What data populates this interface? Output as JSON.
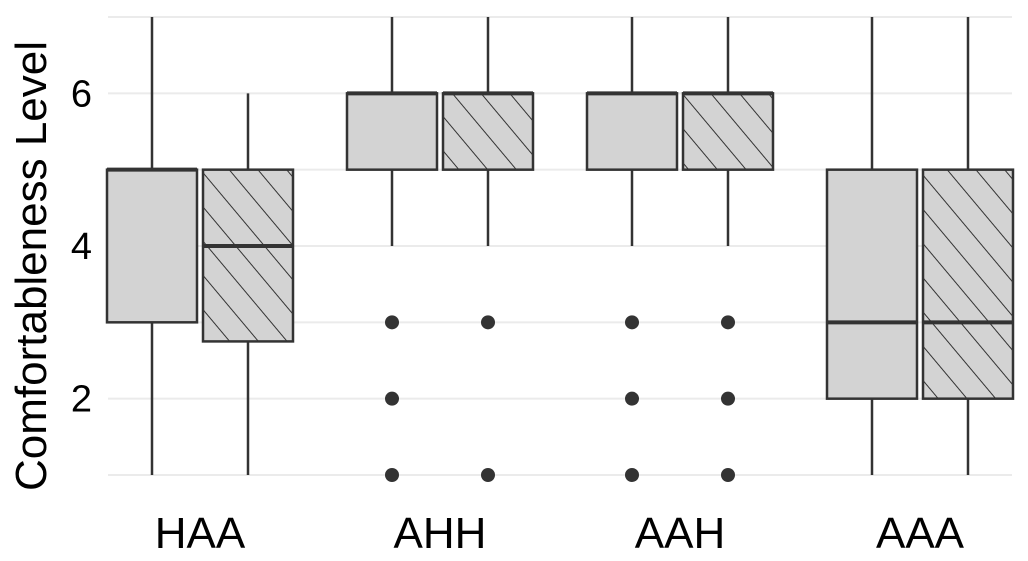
{
  "chart_data": {
    "type": "boxplot",
    "ylabel": "Comfortableness Level",
    "xlabel": "",
    "ylim": [
      1,
      7
    ],
    "yticks": [
      2,
      4,
      6
    ],
    "grid": true,
    "categories": [
      "HAA",
      "AHH",
      "AAH",
      "AAA"
    ],
    "series": [
      {
        "fill": "solid",
        "color": "#d3d3d3",
        "boxes": [
          {
            "min": 1,
            "q1": 3,
            "median": 5,
            "q3": 5,
            "max": 7,
            "outliers": []
          },
          {
            "min": 4,
            "q1": 5,
            "median": 6,
            "q3": 6,
            "max": 7,
            "outliers": [
              3,
              2,
              1
            ]
          },
          {
            "min": 4,
            "q1": 5,
            "median": 6,
            "q3": 6,
            "max": 7,
            "outliers": [
              3,
              2,
              1
            ]
          },
          {
            "min": 1,
            "q1": 2,
            "median": 3,
            "q3": 5,
            "max": 7,
            "outliers": []
          }
        ]
      },
      {
        "fill": "hatched",
        "color": "#d3d3d3",
        "boxes": [
          {
            "min": 1,
            "q1": 2.75,
            "median": 4,
            "q3": 5,
            "max": 6,
            "outliers": []
          },
          {
            "min": 4,
            "q1": 5,
            "median": 6,
            "q3": 6,
            "max": 7,
            "outliers": [
              3,
              1
            ]
          },
          {
            "min": 4,
            "q1": 5,
            "median": 6,
            "q3": 6,
            "max": 7,
            "outliers": [
              3,
              2,
              1
            ]
          },
          {
            "min": 1,
            "q1": 2,
            "median": 3,
            "q3": 5,
            "max": 7,
            "outliers": []
          }
        ]
      }
    ]
  }
}
